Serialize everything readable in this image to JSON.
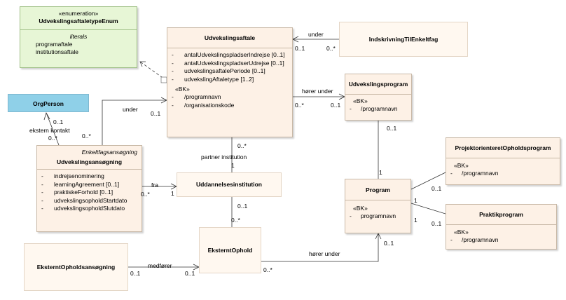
{
  "enum_box": {
    "stereotype": "«enumeration»",
    "name": "UdvekslingsaftaletypeEnum",
    "literals_title": "literals",
    "literals": [
      "programaftale",
      "institutionsaftale"
    ]
  },
  "orgperson": {
    "name": "OrgPerson"
  },
  "udvekslingsaftale": {
    "name": "Udvekslingsaftale",
    "attrs": [
      {
        "vis": "-",
        "text": "antalUdvekslingspladserIndrejse [0..1]"
      },
      {
        "vis": "-",
        "text": "antalUdvekslingspladserUdrejse [0..1]"
      },
      {
        "vis": "-",
        "text": "udvekslingsaftalePeriode [0..1]"
      },
      {
        "vis": "-",
        "text": "udvekslingAftaletype [1..2]"
      }
    ],
    "bk": "«BK»",
    "bk_attrs": [
      {
        "vis": "-",
        "text": "/programnavn"
      },
      {
        "vis": "-",
        "text": "/organisationskode"
      }
    ]
  },
  "indskrivning": {
    "name": "IndskrivningTilEnkeltfag"
  },
  "udvekslingsprogram": {
    "name": "Udvekslingsprogram",
    "bk": "«BK»",
    "bk_attr": {
      "vis": "-",
      "text": "/programnavn"
    }
  },
  "udvekslingsansoegning": {
    "stereotype": "Enkeltfagsansøgning",
    "name": "Udvekslingsansøgning",
    "attrs": [
      {
        "vis": "-",
        "text": "indrejsenominering"
      },
      {
        "vis": "-",
        "text": "learningAgreement [0..1]"
      },
      {
        "vis": "-",
        "text": "praktiskeForhold [0..1]"
      },
      {
        "vis": "-",
        "text": "udvekslingsopholdStartdato"
      },
      {
        "vis": "-",
        "text": "udvekslingsopholdSlutdato"
      }
    ]
  },
  "uddannelsesinstitution": {
    "name": "Uddannelsesinstitution"
  },
  "program": {
    "name": "Program",
    "bk": "«BK»",
    "bk_attr": {
      "vis": "-",
      "text": "programnavn"
    }
  },
  "projektorienteret": {
    "name": "ProjektorienteretOpholdsprogram",
    "bk": "«BK»",
    "bk_attr": {
      "vis": "-",
      "text": "/programnavn"
    }
  },
  "praktikprogram": {
    "name": "Praktikprogram",
    "bk": "«BK»",
    "bk_attr": {
      "vis": "-",
      "text": "/programnavn"
    }
  },
  "eksterntophold": {
    "name": "EksterntOphold"
  },
  "eksternopholdsansoegning": {
    "name": "EksterntOpholdsansøgning"
  },
  "labels": {
    "under_top": "under",
    "m_0_1_a": "0..1",
    "m_0_star_a": "0..*",
    "under_left": "under",
    "m_0_1_b": "0..1",
    "hoerer_under_top": "hører under",
    "m_0_star_b": "0..*",
    "m_0_1_c": "0..1",
    "m_0_1_d": "0..1",
    "ekstern_kontakt": "ekstern kontakt",
    "m_0_star_c": "0..*",
    "m_0_star_d": "0..*",
    "partner_institution": "partner institution",
    "m_1_a": "1",
    "m_0_1_e": "0..1",
    "m_1_b": "1",
    "fra": "fra",
    "m_0_star_e": "0..*",
    "m_1_c": "1",
    "m_0_1_f": "0..1",
    "m_0_star_f": "0..*",
    "m_1_d": "1",
    "m_0_1_g": "0..1",
    "m_1_e": "1",
    "m_0_1_h": "0..1",
    "medfoerer": "medfører",
    "m_0_1_i": "0..1",
    "m_0_1_j": "0..1",
    "hoerer_under_bottom": "hører under",
    "m_0_star_g": "0..*",
    "m_0_1_k": "0..1"
  }
}
